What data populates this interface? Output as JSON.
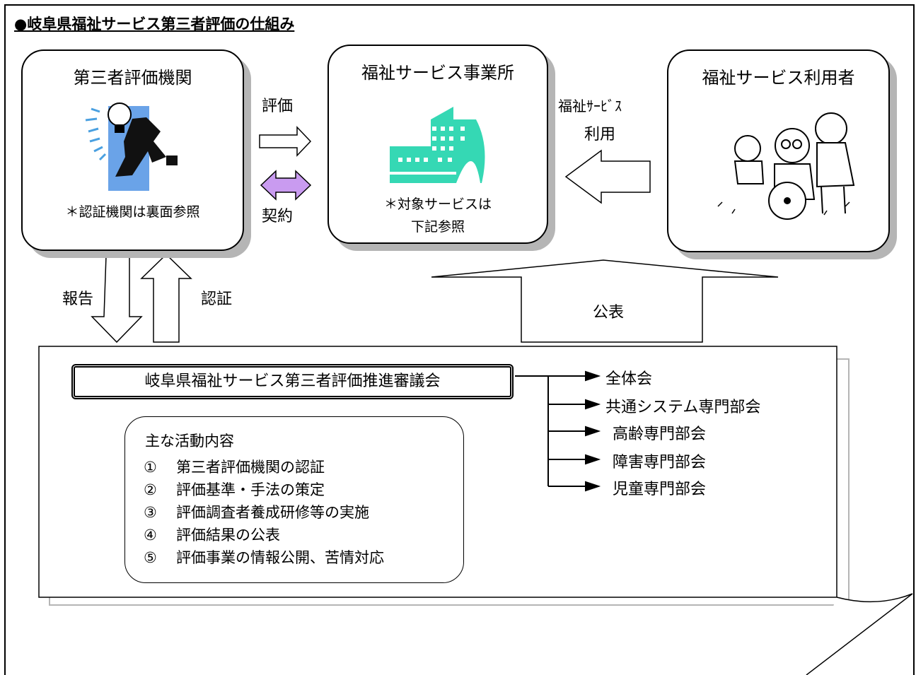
{
  "title": "●岐阜県福祉サービス第三者評価の仕組み",
  "evaluator": {
    "title": "第三者評価機関",
    "note": "＊認証機関は裏面参照"
  },
  "provider": {
    "title": "福祉サービス事業所",
    "note_line1": "＊対象サービスは",
    "note_line2": "下記参照"
  },
  "user": {
    "title": "福祉サービス利用者"
  },
  "arrows": {
    "evaluation": "評価",
    "contract": "契約",
    "usage_line1": "福祉ｻｰﾋﾞｽ",
    "usage_line2": "利用",
    "report": "報告",
    "certification": "認証",
    "publication": "公表"
  },
  "council": {
    "name": "岐阜県福祉サービス第三者評価推進審議会",
    "subcommittees": [
      "全体会",
      "共通システム専門部会",
      "高齢専門部会",
      "障害専門部会",
      "児童専門部会"
    ]
  },
  "activities": {
    "heading": "主な活動内容",
    "items": [
      {
        "num": "①",
        "text": "第三者評価機関の認証"
      },
      {
        "num": "②",
        "text": "評価基準・手法の策定"
      },
      {
        "num": "③",
        "text": "評価調査者養成研修等の実施"
      },
      {
        "num": "④",
        "text": "評価結果の公表"
      },
      {
        "num": "⑤",
        "text": "評価事業の情報公開、苦情対応"
      }
    ]
  },
  "colors": {
    "building": "#35d8b4",
    "contract_arrow": "#c99bf0",
    "shadow": "#b5b5b5",
    "lightbulb_bg": "#6aa3e8"
  }
}
